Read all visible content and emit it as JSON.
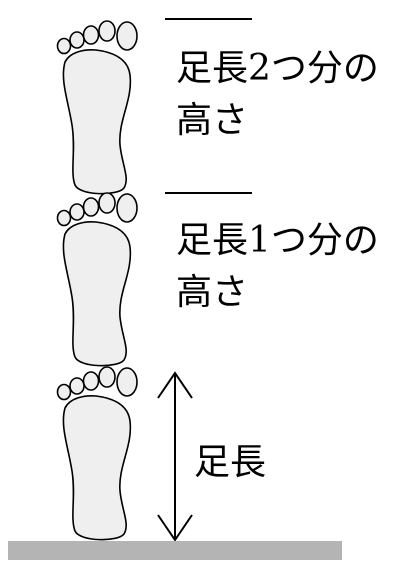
{
  "colors": {
    "foot_fill": "#efefef",
    "outline": "#000000",
    "ground": "#b4b4b4"
  },
  "labels": {
    "two_feet_line1": "足長2つ分の",
    "two_feet_line2": "高さ",
    "one_foot_line1": "足長1つ分の",
    "one_foot_line2": "高さ",
    "foot_length": "足長"
  }
}
